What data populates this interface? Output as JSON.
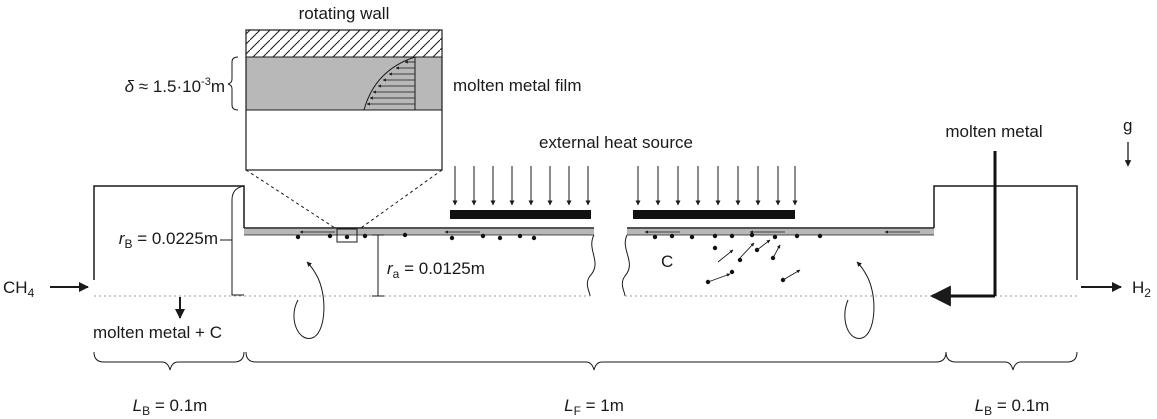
{
  "diagram": {
    "inset_title": "rotating wall",
    "film_label": "molten metal film",
    "delta": {
      "symbol": "δ",
      "rest": " ≈ 1.5·10",
      "exp": "-3",
      "unit": "m"
    },
    "heat_label": "external heat source",
    "molten_metal_label": "molten metal",
    "gravity_label": "g",
    "inlet": {
      "main": "CH",
      "sub": "4"
    },
    "outlet": {
      "main": "H",
      "sub": "2"
    },
    "waste_label": "molten metal + C",
    "rB": {
      "symbol": "r",
      "sub": "B",
      "value": " = 0.0225m"
    },
    "ra": {
      "symbol": "r",
      "sub": "a",
      "value": " = 0.0125m"
    },
    "carbon_label": "C",
    "len_left": {
      "symbol": "L",
      "sub": "B",
      "value": " = 0.1m"
    },
    "len_mid": {
      "symbol": "L",
      "sub": "F",
      "value": " = 1m"
    },
    "len_right": {
      "symbol": "L",
      "sub": "B",
      "value": " = 0.1m"
    },
    "colors": {
      "film_gray": "#b8b8b8",
      "line": "#1a1a1a",
      "axis": "#9a9a9a"
    }
  }
}
